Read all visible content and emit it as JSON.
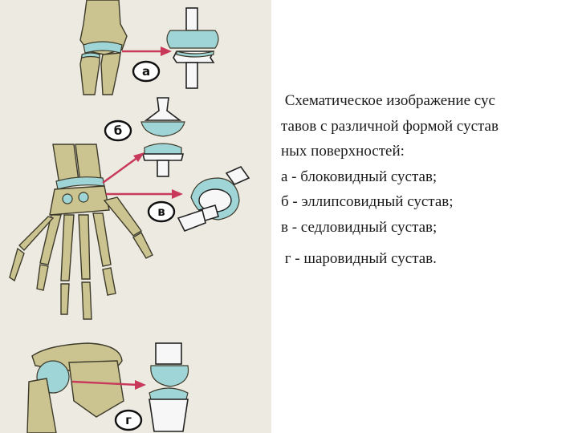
{
  "caption": {
    "line1": " Схематическое изображение сус",
    "line2": "тавов с различной формой сустав",
    "line3": "ных поверхностей:",
    "item_a": "а - блоковидный сустав;",
    "item_b": "б - эллипсовидный сустав;",
    "item_v": "в - седловидный сустав;",
    "item_g": " г - шаровидный сустав."
  },
  "badges": {
    "a": "а",
    "b": "б",
    "v": "в",
    "g": "г"
  },
  "colors": {
    "bone": "#cbc490",
    "cartilage": "#9fd5d6",
    "arrow": "#c8395a",
    "panel": "#eceae1"
  }
}
